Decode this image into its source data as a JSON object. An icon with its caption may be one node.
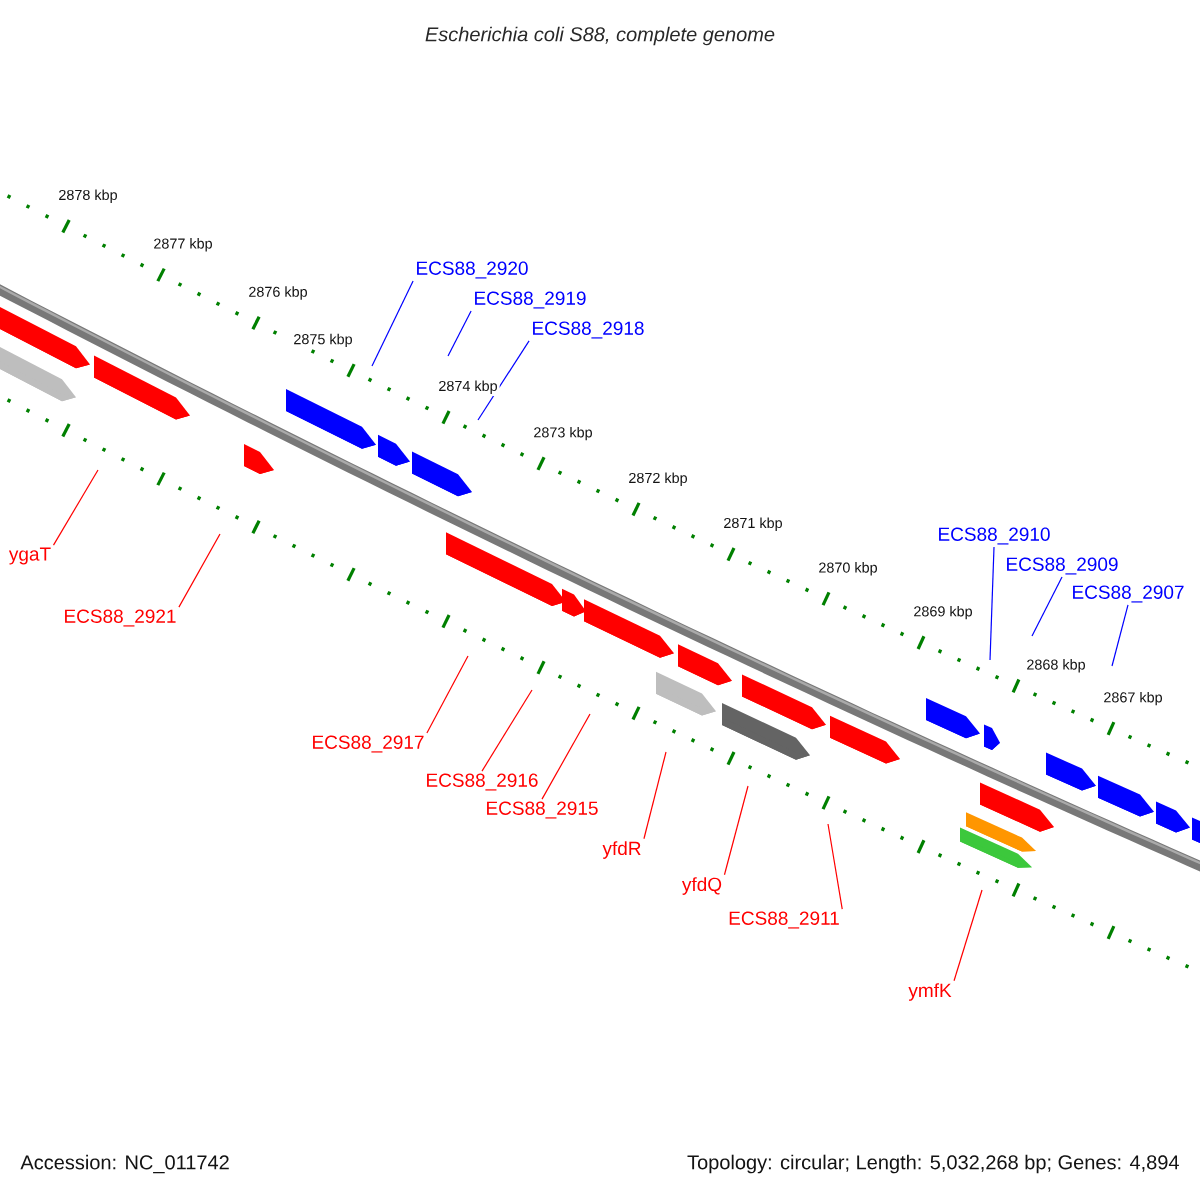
{
  "diagram": {
    "title": "Escherichia coli S88, complete genome",
    "nodes": [
      {
        "text": [
          "ECS88_2920"
        ]
      },
      {
        "text": [
          "ECS88_2919"
        ]
      },
      {
        "text": [
          "ECS88_2918"
        ]
      },
      {
        "text": [
          "ECS88_2910"
        ]
      },
      {
        "text": [
          "ECS88_2909"
        ]
      },
      {
        "text": [
          "ECS88_2907"
        ]
      },
      {
        "text": [
          "ygaT"
        ]
      },
      {
        "text": [
          "ECS88_2921"
        ]
      },
      {
        "text": [
          "ECS88_2917"
        ]
      },
      {
        "text": [
          "ECS88_2916"
        ]
      },
      {
        "text": [
          "ECS88_2915"
        ]
      },
      {
        "text": [
          "yfdR"
        ]
      },
      {
        "text": [
          "yfdQ"
        ]
      },
      {
        "text": [
          "ECS88_2911"
        ]
      },
      {
        "text": [
          "ymfK"
        ]
      }
    ],
    "edges": [
      {
        "from": 0,
        "to": null,
        "arrow": "none",
        "color": "#0000ff"
      },
      {
        "from": 1,
        "to": null,
        "arrow": "none",
        "color": "#0000ff"
      },
      {
        "from": 2,
        "to": null,
        "arrow": "none",
        "color": "#0000ff"
      },
      {
        "from": 3,
        "to": null,
        "arrow": "none",
        "color": "#0000ff"
      },
      {
        "from": 4,
        "to": null,
        "arrow": "none",
        "color": "#0000ff"
      },
      {
        "from": 5,
        "to": null,
        "arrow": "none",
        "color": "#0000ff"
      },
      {
        "from": 6,
        "to": null,
        "arrow": "none",
        "color": "#ff0000"
      },
      {
        "from": 7,
        "to": null,
        "arrow": "none",
        "color": "#ff0000"
      },
      {
        "from": 8,
        "to": null,
        "arrow": "none",
        "color": "#ff0000"
      },
      {
        "from": 9,
        "to": null,
        "arrow": "none",
        "color": "#ff0000"
      },
      {
        "from": 10,
        "to": null,
        "arrow": "none",
        "color": "#ff0000"
      },
      {
        "from": 11,
        "to": null,
        "arrow": "none",
        "color": "#ff0000"
      },
      {
        "from": 12,
        "to": null,
        "arrow": "none",
        "color": "#ff0000"
      },
      {
        "from": 13,
        "to": null,
        "arrow": "none",
        "color": "#ff0000"
      },
      {
        "from": 14,
        "to": null,
        "arrow": "none",
        "color": "#ff0000"
      }
    ],
    "labels": [
      "2878 kbp",
      "2877 kbp",
      "2876 kbp",
      "2875 kbp",
      "2874 kbp",
      "2873 kbp",
      "2872 kbp",
      "2871 kbp",
      "2870 kbp",
      "2869 kbp",
      "2868 kbp",
      "2867 kbp",
      "Accession: NC_011742",
      "Topology: circular; Length: 5,032,268 bp; Genes: 4,894"
    ]
  }
}
